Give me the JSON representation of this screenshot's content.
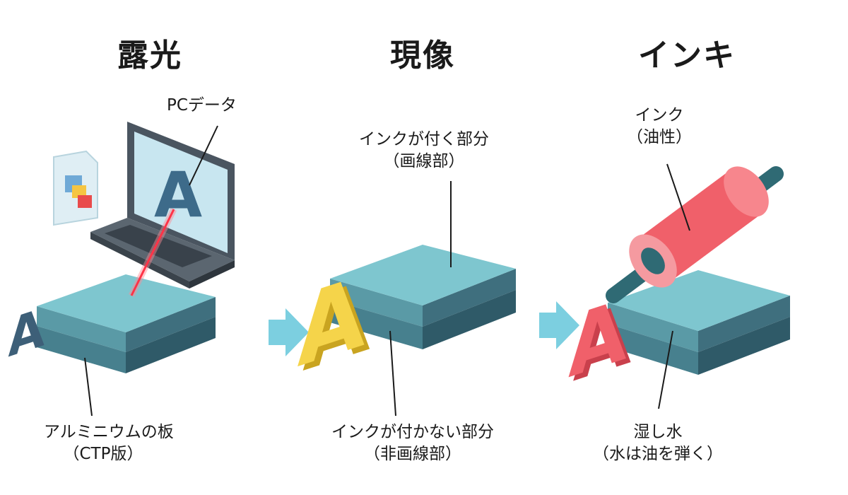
{
  "steps": [
    {
      "title": "露光",
      "labels": {
        "pc_data": "PCデータ",
        "plate_line1": "アルミニウムの板",
        "plate_line2": "（CTP版）"
      },
      "glyph": "A"
    },
    {
      "title": "現像",
      "labels": {
        "image_area_line1": "インクが付く部分",
        "image_area_line2": "（画線部）",
        "non_image_line1": "インクが付かない部分",
        "non_image_line2": "（非画線部）"
      },
      "glyph": "A"
    },
    {
      "title": "インキ",
      "labels": {
        "ink_line1": "インク",
        "ink_line2": "（油性）",
        "water_line1": "湿し水",
        "water_line2": "（水は油を弾く）"
      },
      "glyph": "A"
    }
  ],
  "colors": {
    "plate_top": "#7ec6cf",
    "plate_side_light": "#5a9aa6",
    "plate_side_dark": "#3f6f7e",
    "arrow": "#7ccfe0",
    "laptop_body": "#4a5560",
    "screen": "#c8e6f0",
    "glyph_dark": "#3d5f78",
    "glyph_yellow": "#f5d44a",
    "roller_red": "#f0606a",
    "axle": "#2f6a74",
    "laser": "#ff3347"
  },
  "icons": [
    "document-icon",
    "laptop-icon",
    "laser-beam",
    "roller-icon",
    "flow-arrow-icon"
  ]
}
